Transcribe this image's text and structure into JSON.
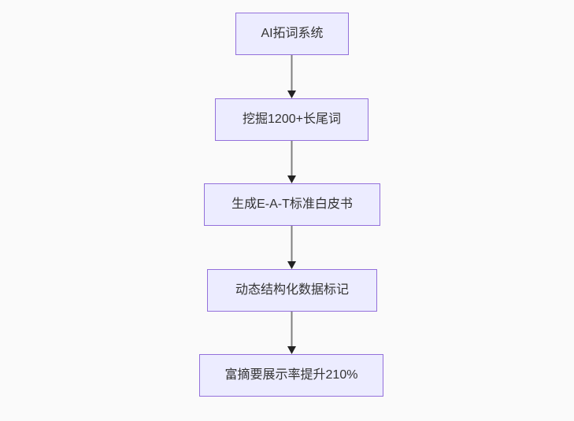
{
  "page": {
    "background_color": "#fafafa"
  },
  "flowchart": {
    "type": "flowchart",
    "direction": "top-down",
    "node_fill_color": "#ECECFF",
    "node_border_color": "#9370DB",
    "node_text_color": "#333333",
    "edge_line_color": "#808080",
    "edge_arrowhead_color": "#222222",
    "nodes": [
      {
        "id": "node-1",
        "label": "AI拓词系统"
      },
      {
        "id": "node-2",
        "label": "挖掘1200+长尾词"
      },
      {
        "id": "node-3",
        "label": "生成E-A-T标准白皮书"
      },
      {
        "id": "node-4",
        "label": "动态结构化数据标记"
      },
      {
        "id": "node-5",
        "label": "富摘要展示率提升210%"
      }
    ],
    "edges": [
      {
        "from": "node-1",
        "to": "node-2",
        "style": "arrow-down"
      },
      {
        "from": "node-2",
        "to": "node-3",
        "style": "arrow-down"
      },
      {
        "from": "node-3",
        "to": "node-4",
        "style": "arrow-down"
      },
      {
        "from": "node-4",
        "to": "node-5",
        "style": "arrow-down"
      }
    ]
  }
}
